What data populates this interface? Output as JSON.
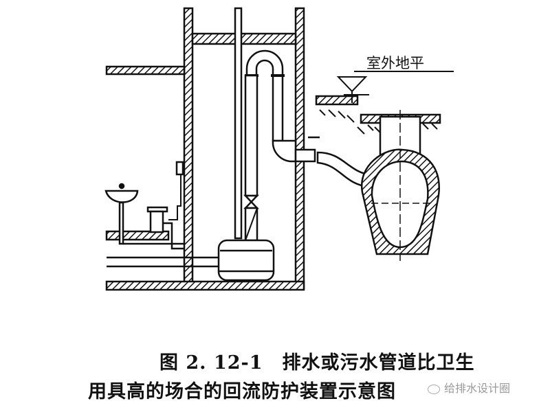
{
  "figure": {
    "ground_label": "室外地平",
    "caption_line1": "图 2. 12-1　排水或污水管道比卫生",
    "caption_line2": "用具高的场合的回流防护装置示意图",
    "watermark": "给排水设计圈"
  }
}
